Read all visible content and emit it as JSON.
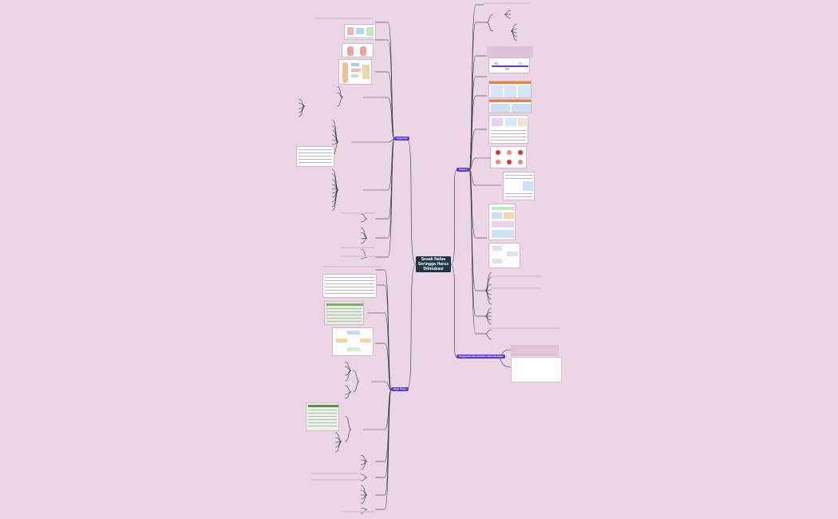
{
  "root": {
    "title": "Sesak Nafas Seringga Harus Diintubasi"
  },
  "branches": {
    "left_top": "Lung Cord",
    "left_bottom": "Dapat Yadna",
    "right_top": "Kasus 8",
    "right_bottom": "Penggunaan dan hambatan elektronik dalam"
  },
  "colors": {
    "branch": "#5b3ad6",
    "root": "#1d3746",
    "line": "#3a3a3a",
    "background": "#ecd6e6"
  }
}
